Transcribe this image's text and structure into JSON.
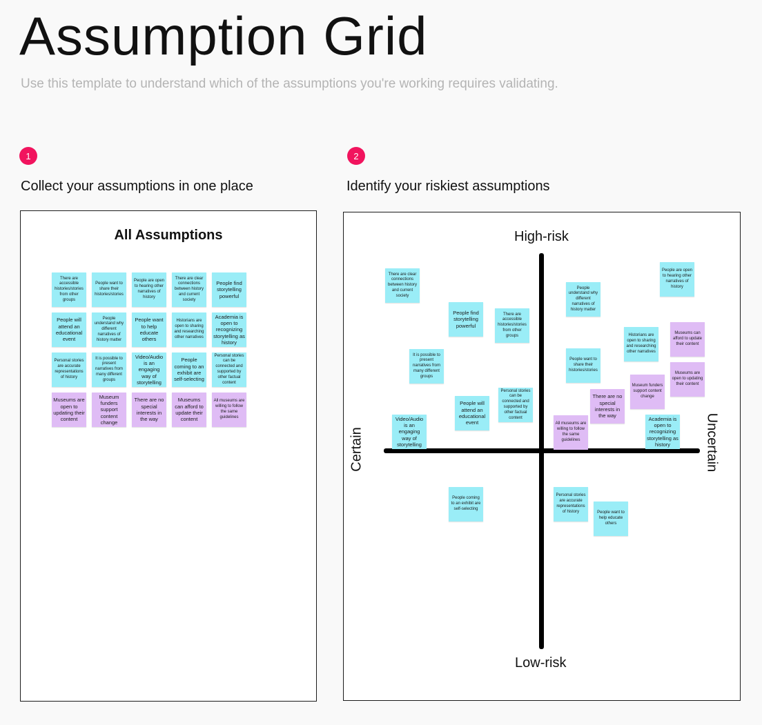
{
  "page": {
    "title": "Assumption Grid",
    "subtitle": "Use this template to understand which of the assumptions you're working requires validating."
  },
  "colors": {
    "accent": "#f1145e",
    "sticky_blue": "#9aedf7",
    "sticky_purple": "#dfbcf5"
  },
  "steps": [
    {
      "number": "1",
      "label": "Collect your assumptions in one place"
    },
    {
      "number": "2",
      "label": "Identify your riskiest assumptions"
    }
  ],
  "collect_board": {
    "heading": "All Assumptions",
    "notes": [
      {
        "text": "There are accessible histories/stories from other groups",
        "color": "blue"
      },
      {
        "text": "People want to share their histories/stories",
        "color": "blue"
      },
      {
        "text": "People are open to hearing other narratives of history",
        "color": "blue"
      },
      {
        "text": "There are clear connections between history and current society",
        "color": "blue"
      },
      {
        "text": "People find storytelling powerful",
        "color": "blue",
        "big": true
      },
      {
        "text": "People will attend an educational event",
        "color": "blue",
        "big": true
      },
      {
        "text": "People understand why different narratives of history matter",
        "color": "blue"
      },
      {
        "text": "People want to help educate others",
        "color": "blue",
        "big": true
      },
      {
        "text": "Historians are open to sharing and researching other narratives",
        "color": "blue"
      },
      {
        "text": "Academia is open to recognizing storytelling as history",
        "color": "blue",
        "big": true
      },
      {
        "text": "Personal stories are accurate representations of history",
        "color": "blue"
      },
      {
        "text": "It is possible to present narratives from many different groups",
        "color": "blue"
      },
      {
        "text": "Video/Audio is an engaging way of storytelling",
        "color": "blue",
        "big": true
      },
      {
        "text": "People coming to an exhibit are self-selecting",
        "color": "blue",
        "big": true
      },
      {
        "text": "Personal stories can be connected and supported by other factual content",
        "color": "blue"
      },
      {
        "text": "Museums are open to updating their content",
        "color": "purple",
        "big": true
      },
      {
        "text": "Museum funders support content change",
        "color": "purple",
        "big": true
      },
      {
        "text": "There are no special interests in the way",
        "color": "purple",
        "big": true
      },
      {
        "text": "Museums can afford to update their content",
        "color": "purple",
        "big": true
      },
      {
        "text": "All museums are willing to follow the same guidelines",
        "color": "purple"
      }
    ]
  },
  "risk_grid": {
    "labels": {
      "top": "High-risk",
      "bottom": "Low-risk",
      "left": "Certain",
      "right": "Uncertain"
    },
    "notes": [
      {
        "text": "There are clear connections between history and current society",
        "color": "blue"
      },
      {
        "text": "People are open to hearing other narratives of history",
        "color": "blue"
      },
      {
        "text": "People understand why different narratives of history matter",
        "color": "blue"
      },
      {
        "text": "People find storytelling powerful",
        "color": "blue",
        "big": true
      },
      {
        "text": "There are accessible histories/stories from other groups",
        "color": "blue"
      },
      {
        "text": "Museums can afford to update their content",
        "color": "purple"
      },
      {
        "text": "Historians are open to sharing and researching other narratives",
        "color": "blue"
      },
      {
        "text": "It is possible to present narratives from many different groups",
        "color": "blue"
      },
      {
        "text": "People want to share their histories/stories",
        "color": "blue"
      },
      {
        "text": "Museums are open to updating their content",
        "color": "purple"
      },
      {
        "text": "Museum funders support content change",
        "color": "purple"
      },
      {
        "text": "Personal stories can be connected and supported by other factual content",
        "color": "blue"
      },
      {
        "text": "There are no special interests in the way",
        "color": "purple",
        "big": true
      },
      {
        "text": "People will attend an educational event",
        "color": "blue",
        "big": true
      },
      {
        "text": "All museums are willing to follow the same guidelines",
        "color": "purple"
      },
      {
        "text": "Academia is open to recognizing storytelling as history",
        "color": "blue",
        "big": true
      },
      {
        "text": "Video/Audio is an engaging way of storytelling",
        "color": "blue",
        "big": true
      },
      {
        "text": "People coming to an exhibit are self-selecting",
        "color": "blue"
      },
      {
        "text": "Personal stories are accurate representations of history",
        "color": "blue"
      },
      {
        "text": "People want to help educate others",
        "color": "blue"
      }
    ]
  }
}
